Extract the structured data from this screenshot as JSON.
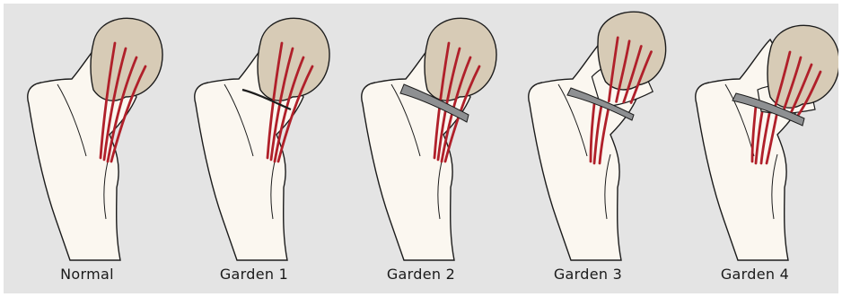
{
  "panels": [
    {
      "label": "Normal"
    },
    {
      "label": "Garden 1"
    },
    {
      "label": "Garden 2"
    },
    {
      "label": "Garden 3"
    },
    {
      "label": "Garden 4"
    }
  ],
  "colors": {
    "background": "#e4e4e4",
    "bone": "#fbf7f0",
    "head": "#d7cbb6",
    "trabeculae": "#b0202a",
    "fracture": "#8e9092",
    "outline": "#1c1c1c"
  }
}
